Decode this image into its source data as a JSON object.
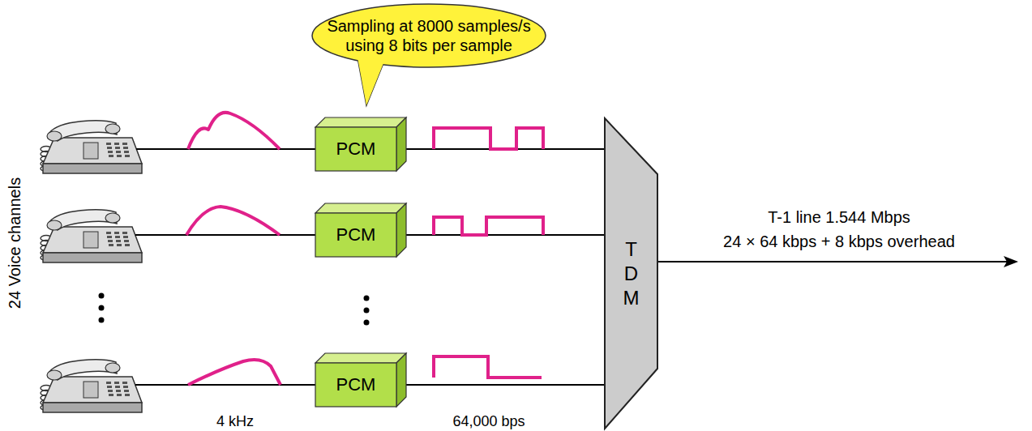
{
  "diagram": {
    "nodes": [
      {
        "text": [
          "Sampling at 8000 samples/s using 8 bits per sample"
        ]
      },
      {
        "text": [
          "PCM"
        ]
      },
      {
        "text": [
          "PCM"
        ]
      },
      {
        "text": [
          "PCM"
        ]
      },
      {
        "text": [
          "T D M"
        ]
      }
    ],
    "edges": [
      {
        "from": 1,
        "to": 4,
        "arrow": "none"
      },
      {
        "from": 2,
        "to": 4,
        "arrow": "none"
      },
      {
        "from": 3,
        "to": 4,
        "arrow": "none"
      }
    ],
    "labels": [
      "24 Voice channels",
      "4 kHz",
      "64,000 bps",
      "T-1 line 1.544 Mbps",
      "24 × 64 kbps + 8 kbps overhead"
    ]
  }
}
